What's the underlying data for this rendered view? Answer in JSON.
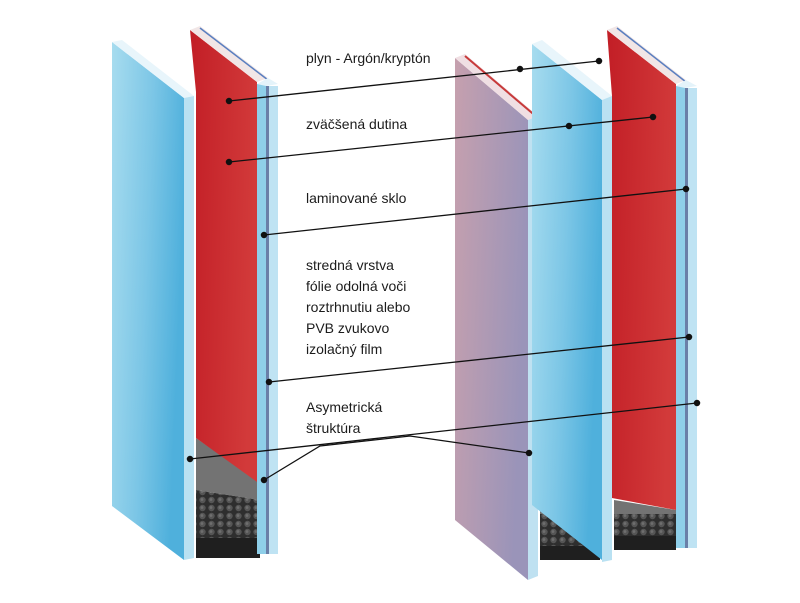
{
  "labels": {
    "gas": "plyn - Argón/kryptón",
    "cavity": "zväčšená dutina",
    "laminated": "laminované sklo",
    "interlayer": [
      "stredná vrstva",
      "fólie odolná voči",
      "roztrhnutiu alebo",
      "PVB zvukovo",
      "izolačný film"
    ],
    "asymmetric": [
      "Asymetrická",
      "štruktúra"
    ]
  },
  "colors": {
    "glass": "#8fd0ea",
    "glass_edge": "#cfeaf6",
    "coated_glass": "#c5252b",
    "pink_glass": "#c79aa8",
    "spacer": "#707070",
    "sealant": "#222222",
    "leader_line": "#111111"
  }
}
